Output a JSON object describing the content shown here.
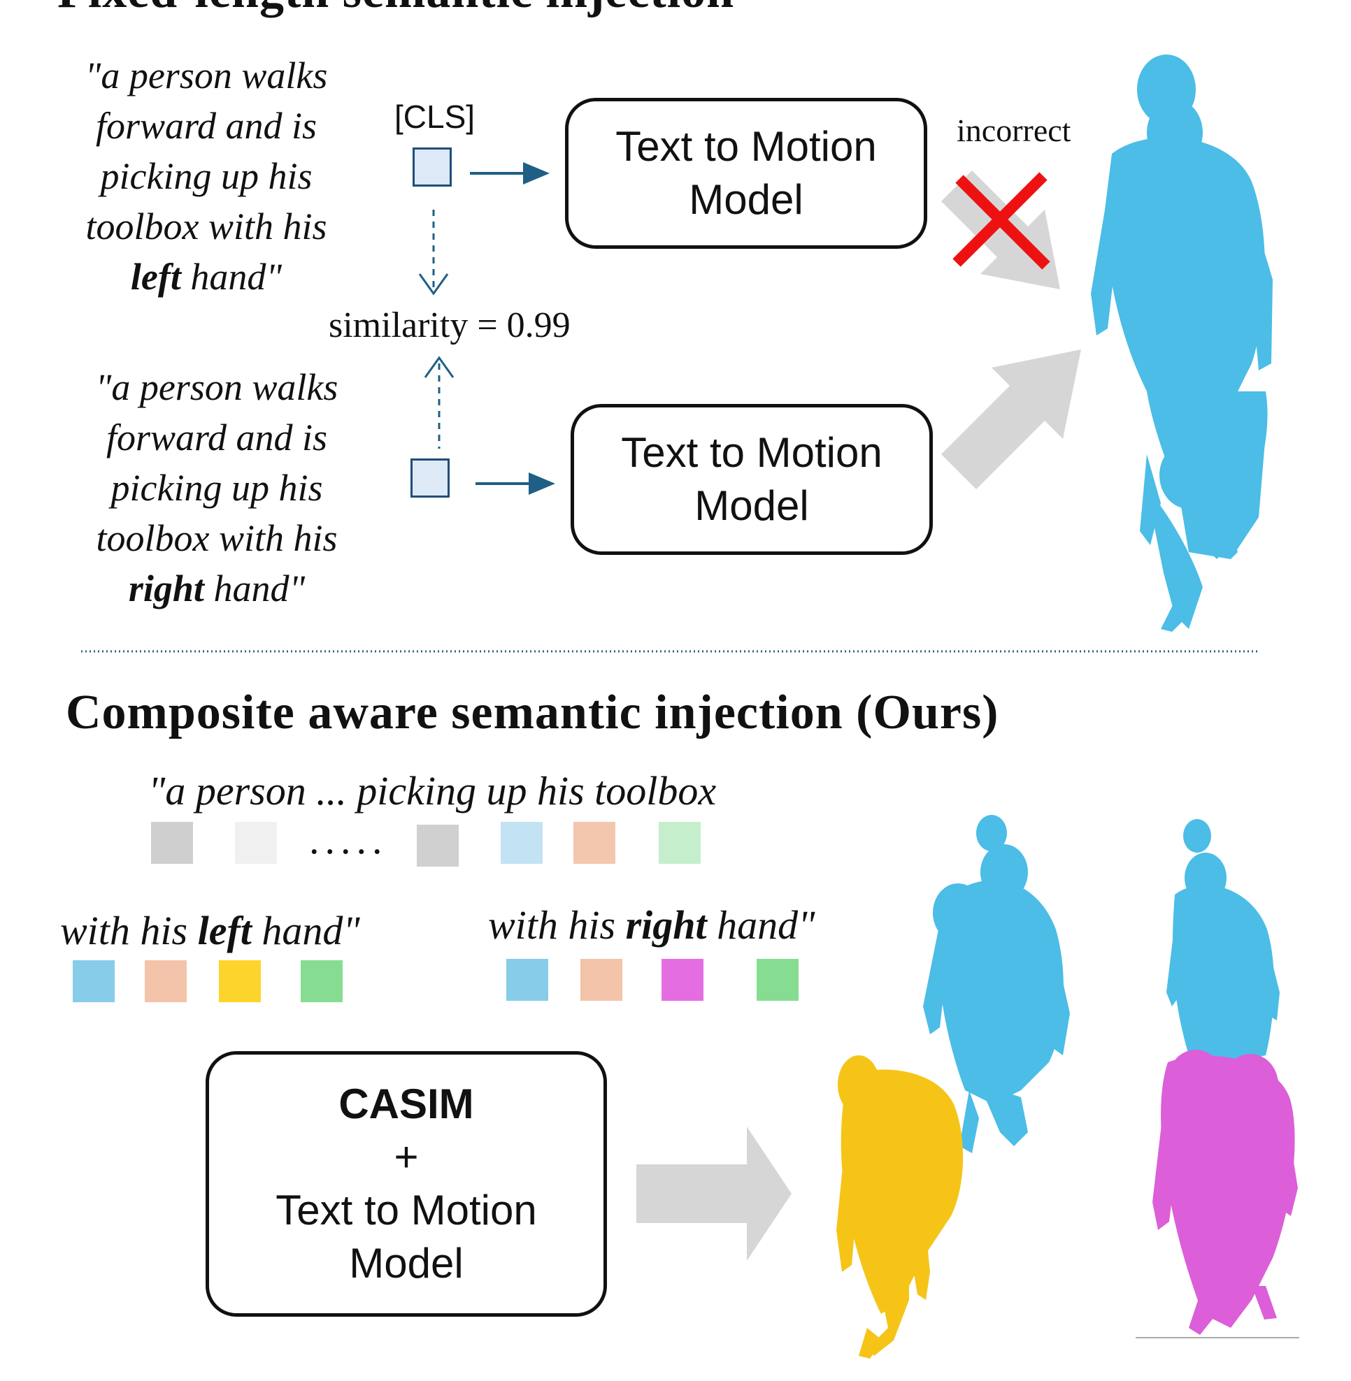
{
  "top_section": {
    "heading": "Fixed-length semantic injection",
    "quote_left": {
      "line1": "\"a person walks",
      "line2": "forward and is",
      "line3": "picking up his",
      "line4": "toolbox with his",
      "emph": "left",
      "tail": " hand\""
    },
    "quote_right": {
      "line1": "\"a person walks",
      "line2": "forward and is",
      "line3": "picking up his",
      "line4": "toolbox with his",
      "emph": "right",
      "tail": " hand\""
    },
    "cls_label": "[CLS]",
    "similarity_label": "similarity = 0.99",
    "model_line1": "Text to Motion",
    "model_line2": "Model",
    "incorrect_label": "incorrect"
  },
  "bottom_section": {
    "heading": "Composite aware semantic injection (Ours)",
    "shared_phrase": "\"a person ... picking up his toolbox",
    "ellipsis": ".....",
    "left_phrase_pre": "with his ",
    "left_phrase_emph": "left",
    "left_phrase_post": " hand\"",
    "right_phrase_pre": "with his ",
    "right_phrase_emph": "right",
    "right_phrase_post": " hand\"",
    "casim_title": "CASIM",
    "plus": "+",
    "model_line1": "Text to Motion",
    "model_line2": "Model"
  },
  "colors": {
    "token_gray": "#cfcfcf",
    "token_light_gray": "#f0f0f0",
    "token_mid_gray": "#d0d0d0",
    "token_light_blue": "#c3e2f4",
    "token_peach": "#f3c7ad",
    "token_light_green": "#c5efcc",
    "token_sky": "#87cce9",
    "token_peach2": "#f3c4a9",
    "token_yellow": "#fdd42b",
    "token_green": "#86dd91",
    "token_magenta": "#e46ee1",
    "arrow_blue": "#1f5f85",
    "cross_red": "#ee1111",
    "body_blue": "#4bbde6",
    "body_yellow": "#f5c417",
    "body_magenta": "#dc5ed8"
  }
}
